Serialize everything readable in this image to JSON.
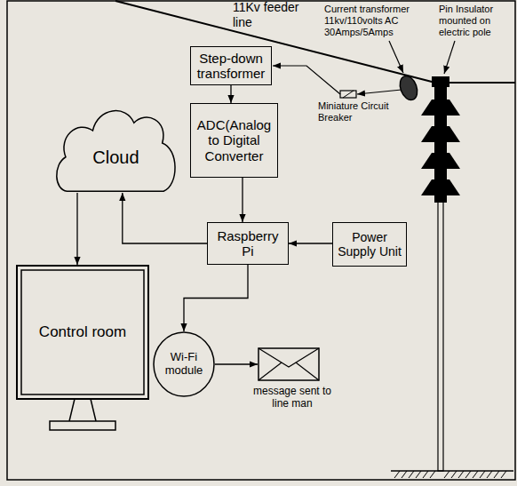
{
  "diagram": {
    "nodes": [
      {
        "text": [
          "Step-down transformer"
        ]
      },
      {
        "text": [
          "ADC(Analog to Digital Converter"
        ]
      },
      {
        "text": [
          "Cloud"
        ]
      },
      {
        "text": [
          "Raspberry Pi"
        ]
      },
      {
        "text": [
          "Power Supply Unit"
        ]
      },
      {
        "text": [
          "Control room"
        ]
      },
      {
        "text": [
          "Wi-Fi module"
        ]
      },
      {
        "text": [
          "message sent to line man"
        ]
      }
    ],
    "edges": [
      {
        "from": 0,
        "to": 1,
        "arrow": "to"
      },
      {
        "from": 1,
        "to": 3,
        "arrow": "to"
      },
      {
        "from": 4,
        "to": 3,
        "arrow": "to"
      },
      {
        "from": 3,
        "to": 2,
        "arrow": "to"
      },
      {
        "from": 2,
        "to": 5,
        "arrow": "to"
      },
      {
        "from": 3,
        "to": 6,
        "arrow": "to"
      },
      {
        "from": 6,
        "to": 7,
        "arrow": "to"
      }
    ],
    "labels": [
      "11Kv feeder line",
      "Current transformer 11kv/110volts AC 30Amps/5Amps",
      "Pin Insulator mounted on electric pole",
      "Miniature Circuit Breaker"
    ]
  }
}
